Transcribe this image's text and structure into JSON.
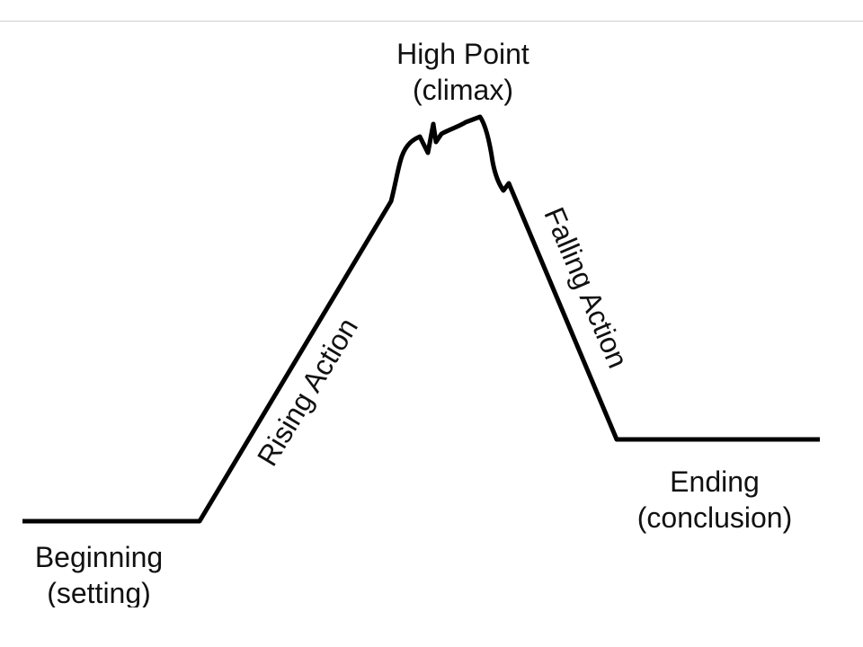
{
  "diagram": {
    "title": "",
    "colors": {
      "stroke": "#000000",
      "background": "#ffffff",
      "top_rule": "#cfcfcf"
    },
    "labels": {
      "climax_line1": "High Point",
      "climax_line2": "(climax)",
      "rising": "Rising Action",
      "falling": "Falling Action",
      "ending_line1": "Ending",
      "ending_line2": "(conclusion)",
      "beginning_line1": "Beginning",
      "beginning_line2": "(setting)"
    }
  }
}
